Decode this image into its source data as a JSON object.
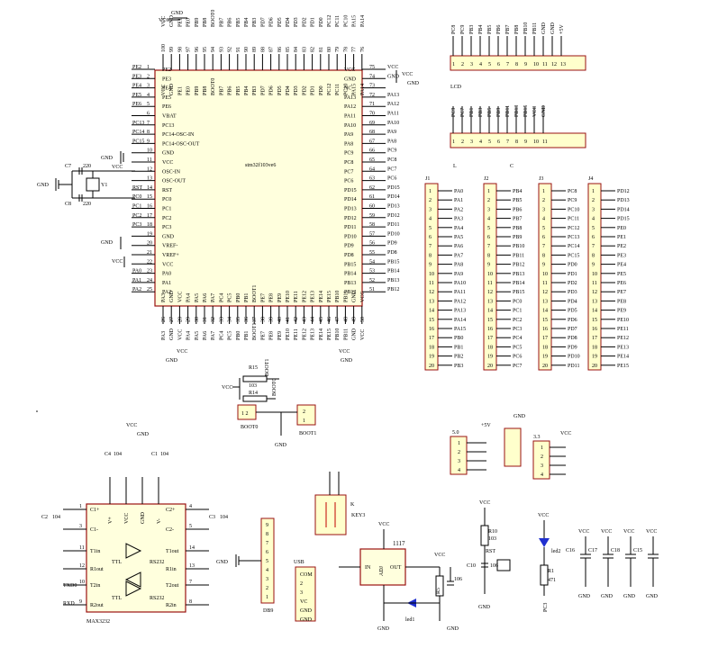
{
  "mcu": {
    "name": "stm32f103ve6",
    "top": [
      {
        "n": "100",
        "l": "VCC"
      },
      {
        "n": "99",
        "l": "GND"
      },
      {
        "n": "98",
        "l": "PE1"
      },
      {
        "n": "97",
        "l": "PE0"
      },
      {
        "n": "96",
        "l": "PB9"
      },
      {
        "n": "95",
        "l": "PB8"
      },
      {
        "n": "94",
        "l": "BOOT0"
      },
      {
        "n": "93",
        "l": "PB7"
      },
      {
        "n": "92",
        "l": "PB6"
      },
      {
        "n": "91",
        "l": "PB5"
      },
      {
        "n": "90",
        "l": "PB4"
      },
      {
        "n": "89",
        "l": "PB3"
      },
      {
        "n": "88",
        "l": "PD7"
      },
      {
        "n": "87",
        "l": "PD6"
      },
      {
        "n": "86",
        "l": "PD5"
      },
      {
        "n": "85",
        "l": "PD4"
      },
      {
        "n": "84",
        "l": "PD3"
      },
      {
        "n": "83",
        "l": "PD2"
      },
      {
        "n": "82",
        "l": "PD1"
      },
      {
        "n": "81",
        "l": "PD0"
      },
      {
        "n": "80",
        "l": "PC12"
      },
      {
        "n": "79",
        "l": "PC11"
      },
      {
        "n": "78",
        "l": "PC10"
      },
      {
        "n": "77",
        "l": "PA15"
      },
      {
        "n": "76",
        "l": "PA14"
      }
    ],
    "left": [
      {
        "n": "1",
        "l": "PE2",
        "net": "PE2"
      },
      {
        "n": "2",
        "l": "PE3",
        "net": "PE3"
      },
      {
        "n": "3",
        "l": "PE4",
        "net": "PE4"
      },
      {
        "n": "4",
        "l": "PE5",
        "net": "PE5"
      },
      {
        "n": "5",
        "l": "PE6",
        "net": "PE6"
      },
      {
        "n": "6",
        "l": "VBAT",
        "net": ""
      },
      {
        "n": "7",
        "l": "PC13",
        "net": "PC13"
      },
      {
        "n": "8",
        "l": "PC14-OSC-IN",
        "net": "PC14"
      },
      {
        "n": "9",
        "l": "PC14-OSC-OUT",
        "net": "PC15"
      },
      {
        "n": "10",
        "l": "GND",
        "net": ""
      },
      {
        "n": "11",
        "l": "VCC",
        "net": ""
      },
      {
        "n": "12",
        "l": "OSC-IN",
        "net": ""
      },
      {
        "n": "13",
        "l": "OSC-OUT",
        "net": ""
      },
      {
        "n": "14",
        "l": "RST",
        "net": "RST"
      },
      {
        "n": "15",
        "l": "PC0",
        "net": "PC0"
      },
      {
        "n": "16",
        "l": "PC1",
        "net": "PC1"
      },
      {
        "n": "17",
        "l": "PC2",
        "net": "PC2"
      },
      {
        "n": "18",
        "l": "PC3",
        "net": "PC3"
      },
      {
        "n": "19",
        "l": "GND",
        "net": ""
      },
      {
        "n": "20",
        "l": "VREF-",
        "net": ""
      },
      {
        "n": "21",
        "l": "VREF+",
        "net": ""
      },
      {
        "n": "22",
        "l": "VCC",
        "net": ""
      },
      {
        "n": "23",
        "l": "PA0",
        "net": "PA0"
      },
      {
        "n": "24",
        "l": "PA1",
        "net": "PA1"
      },
      {
        "n": "25",
        "l": "PA2",
        "net": "PA2"
      }
    ],
    "right": [
      {
        "n": "75",
        "l": "VCC",
        "net": "VCC"
      },
      {
        "n": "74",
        "l": "GND",
        "net": "GND"
      },
      {
        "n": "73",
        "l": "NC",
        "net": ""
      },
      {
        "n": "72",
        "l": "PA13",
        "net": "PA13"
      },
      {
        "n": "71",
        "l": "PA12",
        "net": "PA12"
      },
      {
        "n": "70",
        "l": "PA11",
        "net": "PA11"
      },
      {
        "n": "69",
        "l": "PA10",
        "net": "PA10"
      },
      {
        "n": "68",
        "l": "PA9",
        "net": "PA9"
      },
      {
        "n": "67",
        "l": "PA8",
        "net": "PA8"
      },
      {
        "n": "66",
        "l": "PC9",
        "net": "PC9"
      },
      {
        "n": "65",
        "l": "PC8",
        "net": "PC8"
      },
      {
        "n": "64",
        "l": "PC7",
        "net": "PC7"
      },
      {
        "n": "63",
        "l": "PC6",
        "net": "PC6"
      },
      {
        "n": "62",
        "l": "PD15",
        "net": "PD15"
      },
      {
        "n": "61",
        "l": "PD14",
        "net": "PD14"
      },
      {
        "n": "60",
        "l": "PD13",
        "net": "PD13"
      },
      {
        "n": "59",
        "l": "PD12",
        "net": "PD12"
      },
      {
        "n": "58",
        "l": "PD11",
        "net": "PD11"
      },
      {
        "n": "57",
        "l": "PD10",
        "net": "PD10"
      },
      {
        "n": "56",
        "l": "PD9",
        "net": "PD9"
      },
      {
        "n": "55",
        "l": "PD8",
        "net": "PD8"
      },
      {
        "n": "54",
        "l": "PB15",
        "net": "PB15"
      },
      {
        "n": "53",
        "l": "PB14",
        "net": "PB14"
      },
      {
        "n": "52",
        "l": "PB13",
        "net": "PB13"
      },
      {
        "n": "51",
        "l": "PB12",
        "net": "PB12"
      }
    ],
    "bottom": [
      {
        "n": "26",
        "l": "PA3"
      },
      {
        "n": "27",
        "l": "GND"
      },
      {
        "n": "28",
        "l": "VCC"
      },
      {
        "n": "29",
        "l": "PA4"
      },
      {
        "n": "30",
        "l": "PA5"
      },
      {
        "n": "31",
        "l": "PA6"
      },
      {
        "n": "32",
        "l": "PA7"
      },
      {
        "n": "33",
        "l": "PC4"
      },
      {
        "n": "34",
        "l": "PC5"
      },
      {
        "n": "35",
        "l": "PB0"
      },
      {
        "n": "36",
        "l": "PB1"
      },
      {
        "n": "37",
        "l": "BOOT1"
      },
      {
        "n": "38",
        "l": "PE7"
      },
      {
        "n": "39",
        "l": "PE8"
      },
      {
        "n": "40",
        "l": "PE9"
      },
      {
        "n": "41",
        "l": "PE10"
      },
      {
        "n": "42",
        "l": "PE11"
      },
      {
        "n": "43",
        "l": "PE12"
      },
      {
        "n": "44",
        "l": "PE13"
      },
      {
        "n": "45",
        "l": "PE14"
      },
      {
        "n": "46",
        "l": "PE15"
      },
      {
        "n": "47",
        "l": "PB10"
      },
      {
        "n": "48",
        "l": "PB11"
      },
      {
        "n": "49",
        "l": "GND"
      },
      {
        "n": "50",
        "l": "VCC"
      }
    ],
    "vcc": "VCC",
    "gnd": "GND"
  },
  "crystal": {
    "c7": "C7",
    "c8": "C8",
    "c7_val": "220",
    "c8_val": "220",
    "label": "Y1",
    "gnd": "GND"
  },
  "headers": {
    "J1": {
      "title": "J1",
      "group": "L",
      "pins": [
        "PA0",
        "PA1",
        "PA2",
        "PA3",
        "PA4",
        "PA5",
        "PA6",
        "PA7",
        "PA8",
        "PA9",
        "PA10",
        "PA11",
        "PA12",
        "PA13",
        "PA14",
        "PA15",
        "PB0",
        "PB1",
        "PB2",
        "PB3"
      ]
    },
    "J2": {
      "title": "J2",
      "group": "C",
      "pins": [
        "PB4",
        "PB5",
        "PB6",
        "PB7",
        "PB8",
        "PB9",
        "PB10",
        "PB11",
        "PB12",
        "PB13",
        "PB14",
        "PB15",
        "PC0",
        "PC1",
        "PC2",
        "PC3",
        "PC4",
        "PC5",
        "PC6",
        "PC7"
      ]
    },
    "J3": {
      "title": "J3",
      "group": "",
      "pins": [
        "PC8",
        "PC9",
        "PC10",
        "PC11",
        "PC12",
        "PC13",
        "PC14",
        "PC15",
        "PD0",
        "PD1",
        "PD2",
        "PD3",
        "PD4",
        "PD5",
        "PD6",
        "PD7",
        "PD8",
        "PD9",
        "PD10",
        "PD11"
      ]
    },
    "J4": {
      "title": "J4",
      "group": "",
      "pins": [
        "PD12",
        "PD13",
        "PD14",
        "PD15",
        "PE0",
        "PE1",
        "PE2",
        "PE3",
        "PE4",
        "PE5",
        "PE6",
        "PE7",
        "PE8",
        "PE9",
        "PE10",
        "PE11",
        "PE12",
        "PE13",
        "PE14",
        "PE15"
      ]
    }
  },
  "lcd": {
    "label": "LCD",
    "row1": [
      "PC8",
      "PC9",
      "PB3",
      "PB4",
      "PB5",
      "PB6",
      "PB7",
      "PB8",
      "PB10",
      "PB11",
      "GND",
      "GND",
      "+5V"
    ],
    "row2": [
      "PC9",
      "PC7",
      "PB1",
      "PB3",
      "PB5",
      "PB9",
      "PB11",
      "PB13",
      "PB15",
      "VCC",
      "GND"
    ]
  },
  "boot": {
    "r15": "R15",
    "r14": "R14",
    "r15_val": "103",
    "r14_val": "103",
    "vcc": "VCC",
    "gnd": "GND",
    "boot0": "BOOT0",
    "boot1": "BOOT1",
    "net0": "BOOT0",
    "net1": "BOOT1"
  },
  "power_headers": {
    "p1": "5.0",
    "p2": "3.3",
    "v5": "+5V",
    "gnd": "GND",
    "vcc": "VCC"
  },
  "max232": {
    "name": "MAX3232",
    "left": [
      "C1+",
      "C1-",
      "T1in",
      "R1out",
      "T2in",
      "R2out"
    ],
    "right": [
      "C2+",
      "C2-",
      "T1out",
      "R1in",
      "T2out",
      "R2in"
    ],
    "top": [
      "V+",
      "VCC",
      "GND",
      "V-"
    ],
    "ttl": "TTL",
    "rs232": "RS232",
    "c1": "C1",
    "c2": "C2",
    "c3": "C3",
    "c4": "C4",
    "cval": "104",
    "txd": "TXD0",
    "rxd": "RXD",
    "txd_pin": "10",
    "rxd_pin": "9",
    "db9": "DB9",
    "db9_pins": [
      "9",
      "8",
      "7",
      "6",
      "5",
      "4",
      "3",
      "2",
      "1"
    ],
    "vcc": "VCC",
    "gnd": "GND"
  },
  "usb": {
    "label": "USB",
    "pins": [
      "COM",
      "2",
      "3",
      "VC",
      "GND",
      "GND"
    ],
    "key": "K",
    "keyname": "KEY3"
  },
  "regulator": {
    "name": "1117",
    "in": "IN",
    "out": "OUT",
    "adj": "ADJ",
    "vcc": "VCC",
    "gnd": "GND",
    "r": "R5",
    "c": "106",
    "led": "led1"
  },
  "reset": {
    "r": "R10",
    "rval": "103",
    "rst": "RST",
    "c": "C10",
    "val": "106",
    "vcc": "VCC",
    "gnd": "GND"
  },
  "led": {
    "name": "led2",
    "r": "R1",
    "rval": "471",
    "vcc": "VCC",
    "gnd": "GND",
    "net": "PC3"
  },
  "decoupling": {
    "caps": [
      "C16",
      "C17",
      "C18",
      "C15"
    ],
    "vcc": "VCC",
    "gnd": "GND"
  }
}
